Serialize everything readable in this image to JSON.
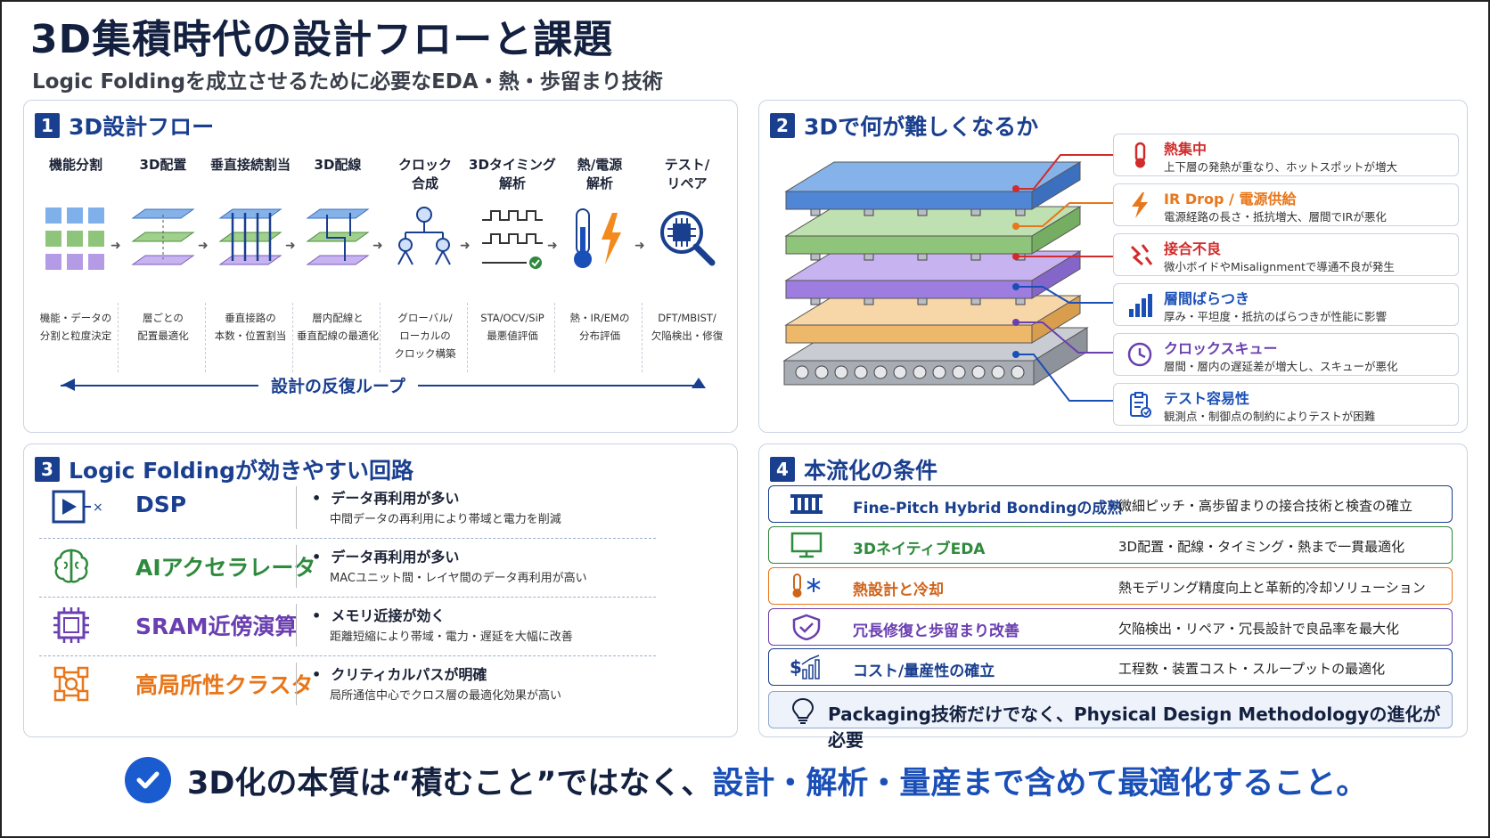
{
  "title": "3D集積時代の設計フローと課題",
  "subtitle": "Logic Foldingを成立させるために必要なEDA・熱・歩留まり技術",
  "panel1": {
    "num": "1",
    "title": "3D設計フロー",
    "loop": "設計の反復ループ",
    "steps": [
      {
        "label": "機能分割",
        "desc": "機能・データの\n分割と粒度決定"
      },
      {
        "label": "3D配置",
        "desc": "層ごとの\n配置最適化"
      },
      {
        "label": "垂直接続割当",
        "desc": "垂直接路の\n本数・位置割当"
      },
      {
        "label": "3D配線",
        "desc": "層内配線と\n垂直配線の最適化"
      },
      {
        "label": "クロック\n合成",
        "desc": "グローバル/\nローカルの\nクロック構築"
      },
      {
        "label": "3Dタイミング\n解析",
        "desc": "STA/OCV/SiP\n最悪値評価"
      },
      {
        "label": "熱/電源\n解析",
        "desc": "熱・IR/EMの\n分布評価"
      },
      {
        "label": "テスト/\nリペア",
        "desc": "DFT/MBIST/\n欠陥検出・修復"
      }
    ]
  },
  "panel2": {
    "num": "2",
    "title": "3Dで何が難しくなるか",
    "issues": [
      {
        "title": "熱集中",
        "desc": "上下層の発熱が重なり、ホットスポットが増大",
        "color": "#d12b2b",
        "icon": "thermometer-icon"
      },
      {
        "title": "IR Drop / 電源供給",
        "desc": "電源経路の長さ・抵抗増大、層間でIRが悪化",
        "color": "#e8761a",
        "icon": "lightning-icon"
      },
      {
        "title": "接合不良",
        "desc": "微小ボイドやMisalignmentで導通不良が発生",
        "color": "#d12b2b",
        "icon": "broken-joint-icon"
      },
      {
        "title": "層間ばらつき",
        "desc": "厚み・平坦度・抵抗のばらつきが性能に影響",
        "color": "#1a4fb8",
        "icon": "bar-chart-icon"
      },
      {
        "title": "クロックスキュー",
        "desc": "層間・層内の遅延差が増大し、スキューが悪化",
        "color": "#6a3fb0",
        "icon": "clock-icon"
      },
      {
        "title": "テスト容易性",
        "desc": "観測点・制御点の制約によりテストが困難",
        "color": "#1a4fb8",
        "icon": "clipboard-check-icon"
      }
    ]
  },
  "panel3": {
    "num": "3",
    "title": "Logic Foldingが効きやすい回路",
    "rows": [
      {
        "name": "DSP",
        "point": "データ再利用が多い",
        "desc": "中間データの再利用により帯域と電力を削減",
        "color": "#1a3f8f",
        "icon": "dsp-icon"
      },
      {
        "name": "AIアクセラレータ",
        "point": "データ再利用が多い",
        "desc": "MACユニット間・レイヤ間のデータ再利用が高い",
        "color": "#2e8a3c",
        "icon": "brain-icon"
      },
      {
        "name": "SRAM近傍演算",
        "point": "メモリ近接が効く",
        "desc": "距離短縮により帯域・電力・遅延を大幅に改善",
        "color": "#6a3fb0",
        "icon": "chip-icon"
      },
      {
        "name": "高局所性クラスタ",
        "point": "クリティカルパスが明確",
        "desc": "局所通信中心でクロス層の最適化効果が高い",
        "color": "#e8761a",
        "icon": "cluster-icon"
      }
    ]
  },
  "panel4": {
    "num": "4",
    "title": "本流化の条件",
    "conds": [
      {
        "title": "Fine-Pitch Hybrid Bondingの成熟",
        "desc": "微細ピッチ・高歩留まりの接合技術と検査の確立",
        "color": "#1a3f8f",
        "border": "#1a3f8f",
        "icon": "bonding-icon"
      },
      {
        "title": "3DネイティブEDA",
        "desc": "3D配置・配線・タイミング・熱まで一貫最適化",
        "color": "#2e8a3c",
        "border": "#2e8a3c",
        "icon": "monitor-icon"
      },
      {
        "title": "熱設計と冷却",
        "desc": "熱モデリング精度向上と革新的冷却ソリューション",
        "color": "#d0631a",
        "border": "#e8761a",
        "icon": "thermo-snow-icon"
      },
      {
        "title": "冗長修復と歩留まり改善",
        "desc": "欠陥検出・リペア・冗長設計で良品率を最大化",
        "color": "#6a3fb0",
        "border": "#6a3fb0",
        "icon": "shield-check-icon"
      },
      {
        "title": "コスト/量産性の確立",
        "desc": "工程数・装置コスト・スループットの最適化",
        "color": "#1a3f8f",
        "border": "#1a3f8f",
        "icon": "cost-chart-icon"
      }
    ],
    "note": "Packaging技術だけでなく、Physical Design Methodologyの進化が必要"
  },
  "bottom": {
    "text1": "3D化の本質は“積むこと”ではなく、",
    "text2": "設計・解析・量産まで含めて最適化すること。"
  }
}
